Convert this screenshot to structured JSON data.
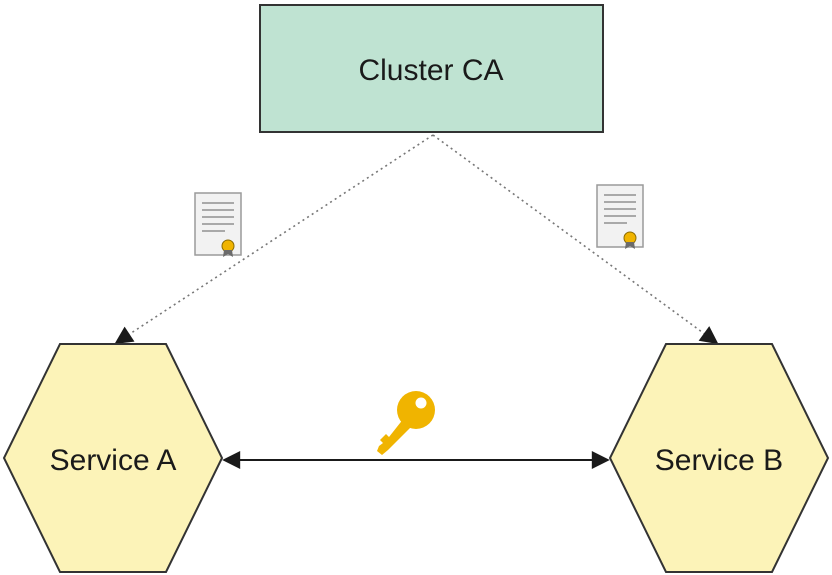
{
  "nodes": {
    "ca": {
      "label": "Cluster CA",
      "fill": "#bfe3d2"
    },
    "service_a": {
      "label": "Service A",
      "fill": "#fcf3b8"
    },
    "service_b": {
      "label": "Service B",
      "fill": "#fcf3b8"
    }
  },
  "edges": [
    {
      "from": "ca",
      "to": "service_a",
      "style": "dotted",
      "icon": "certificate-icon"
    },
    {
      "from": "ca",
      "to": "service_b",
      "style": "dotted",
      "icon": "certificate-icon"
    },
    {
      "from": "service_a",
      "to": "service_b",
      "style": "solid",
      "bidirectional": true,
      "icon": "key-icon"
    }
  ],
  "colors": {
    "stroke": "#333333",
    "dotted_edge": "#777777",
    "key": "#f0b400",
    "certificate_seal": "#f0b400"
  }
}
